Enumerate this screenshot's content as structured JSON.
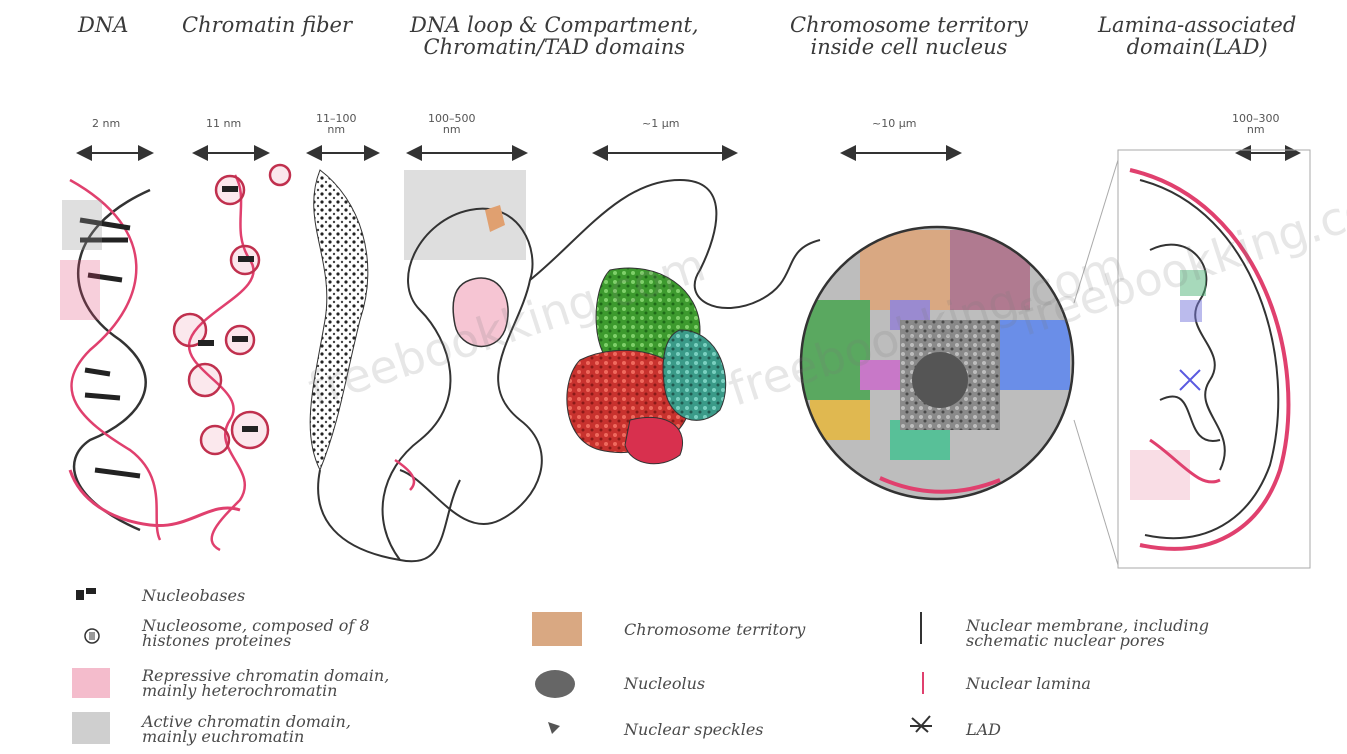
{
  "titles": {
    "dna": "DNA",
    "chromatin_fiber": "Chromatin fiber",
    "dna_loop": "DNA loop & Compartment,\nChromatin/TAD domains",
    "territory": "Chromosome territory\ninside cell nucleus",
    "lad": "Lamina-associated\ndomain(LAD)"
  },
  "scales": {
    "s1": "2 nm",
    "s2": "11 nm",
    "s3": "11–100\nnm",
    "s4": "100–500\nnm",
    "s5": "~1 µm",
    "s6": "~10 µm",
    "s7": "100–300\nnm"
  },
  "legend": {
    "nucleobases": "Nucleobases",
    "nucleosome": "Nucleosome, composed of 8\nhistones proteines",
    "repressive": "Repressive chromatin domain,\nmainly heterochromatin",
    "active": "Active chromatin domain,\nmainly euchromatin",
    "territory": "Chromosome territory",
    "nucleolus": "Nucleolus",
    "speckles": "Nuclear speckles",
    "membrane": "Nuclear membrane, including\nschematic nuclear pores",
    "lamina": "Nuclear lamina",
    "lad": "LAD"
  },
  "watermarks": {
    "w1": "freebookking.com",
    "w2": "freebookking.com",
    "w3": "freebookking.com"
  },
  "colors": {
    "pink": "#e0406e",
    "red": "#d83a3a",
    "green": "#4ca83a",
    "blue": "#5a7ee0",
    "orange": "#e0a070",
    "gray": "#9a9a9a"
  }
}
